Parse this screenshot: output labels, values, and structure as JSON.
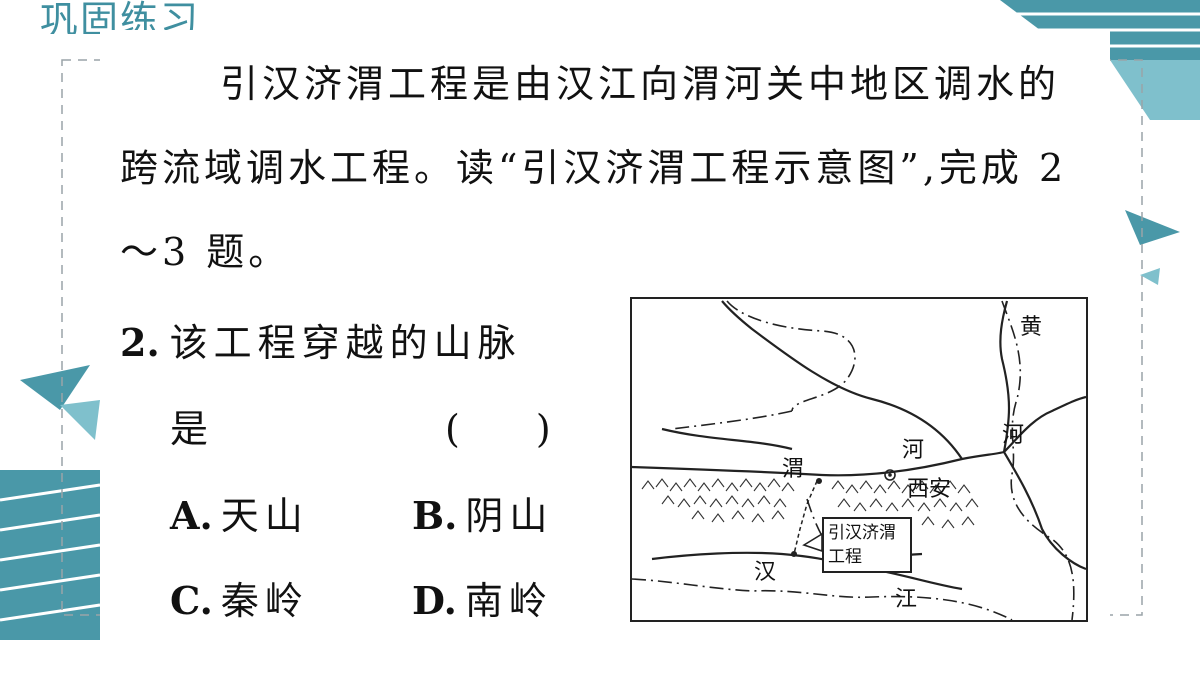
{
  "header": {
    "title": "巩固练习"
  },
  "intro": {
    "text": "引汉济渭工程是由汉江向渭河关中地区调水的跨流域调水工程。读“引汉济渭工程示意图”,完成 2～3 题。"
  },
  "question": {
    "number": "2.",
    "line1": "该工程穿越的山脉",
    "line2": "是",
    "paren": "(　　)",
    "options": [
      {
        "letter": "A.",
        "text": "天山"
      },
      {
        "letter": "B.",
        "text": "阴山"
      },
      {
        "letter": "C.",
        "text": "秦岭"
      },
      {
        "letter": "D.",
        "text": "南岭"
      }
    ]
  },
  "map": {
    "labels": {
      "huang": "黄",
      "he_right": "河",
      "he_center": "河",
      "wei": "渭",
      "xian": "西安",
      "han": "汉",
      "jiang": "江"
    },
    "callout": "引汉济渭工程"
  }
}
